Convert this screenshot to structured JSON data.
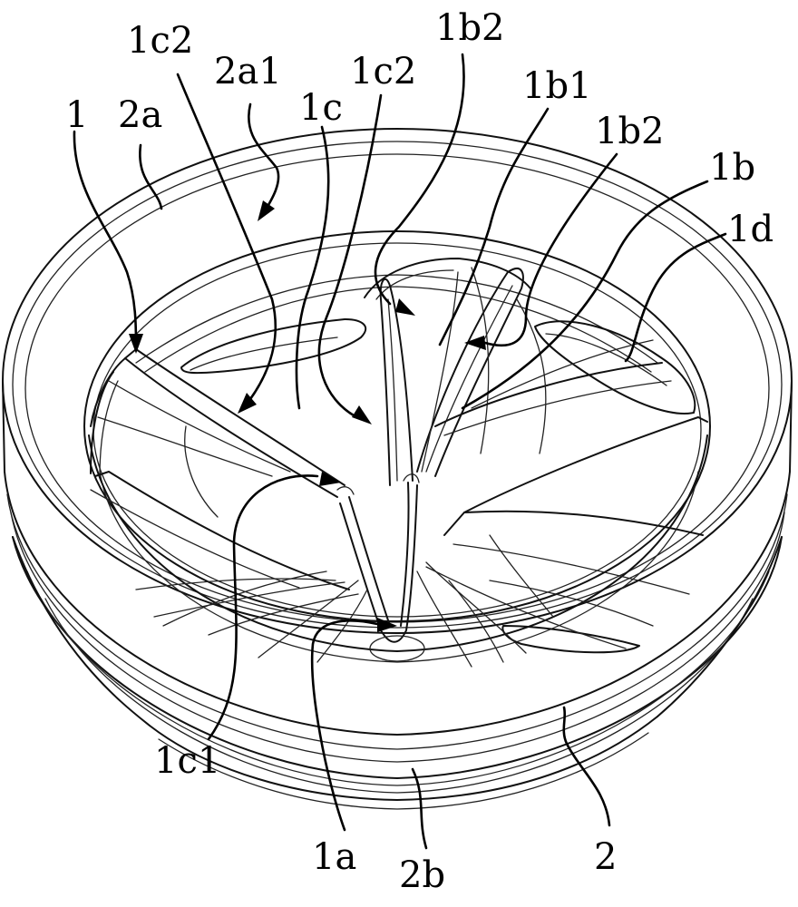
{
  "figure": {
    "labels": [
      {
        "id": "l-1",
        "text": "1"
      },
      {
        "id": "l-2a",
        "text": "2a"
      },
      {
        "id": "l-1c2-left",
        "text": "1c2"
      },
      {
        "id": "l-2a1",
        "text": "2a1"
      },
      {
        "id": "l-1c",
        "text": "1c"
      },
      {
        "id": "l-1c2-right",
        "text": "1c2"
      },
      {
        "id": "l-1b2-top",
        "text": "1b2"
      },
      {
        "id": "l-1b1",
        "text": "1b1"
      },
      {
        "id": "l-1b2-right",
        "text": "1b2"
      },
      {
        "id": "l-1b",
        "text": "1b"
      },
      {
        "id": "l-1d",
        "text": "1d"
      },
      {
        "id": "l-1c1",
        "text": "1c1"
      },
      {
        "id": "l-1a",
        "text": "1a"
      },
      {
        "id": "l-2b",
        "text": "2b"
      },
      {
        "id": "l-2",
        "text": "2"
      }
    ]
  }
}
